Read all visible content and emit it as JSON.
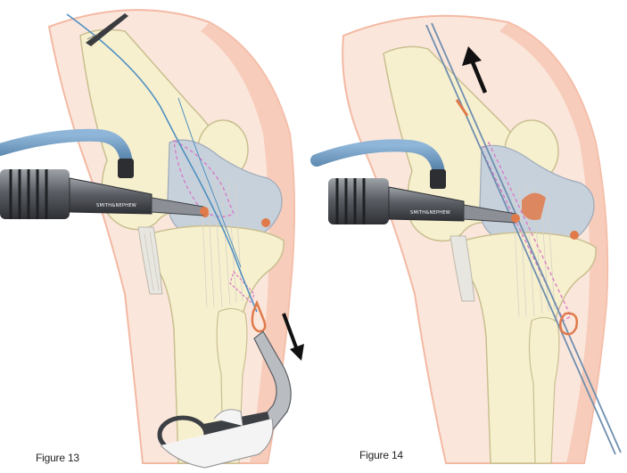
{
  "figures": [
    {
      "caption": "Figure 13"
    },
    {
      "caption": "Figure 14"
    }
  ],
  "instrument_brand": "SMITH&NEPHEW",
  "colors": {
    "skin_outer": "#f6c6b3",
    "skin_inner": "#fbe6dc",
    "bone": "#f7f0cf",
    "bone_outline": "#c9bf8f",
    "cartilage": "#c7d1dc",
    "ligament": "#e8e6e0",
    "graft_marker": "#e07a4a",
    "suture_blue": "#4f8fc0",
    "tube_blue": "#5f8fb8",
    "arthroscope": "#4a4d52",
    "dashed_pink": "#d877c7",
    "arrow": "#111111"
  },
  "icons": {
    "arrow_fig13": "arrow-down-right-icon",
    "arrow_fig14": "arrow-up-left-icon"
  }
}
